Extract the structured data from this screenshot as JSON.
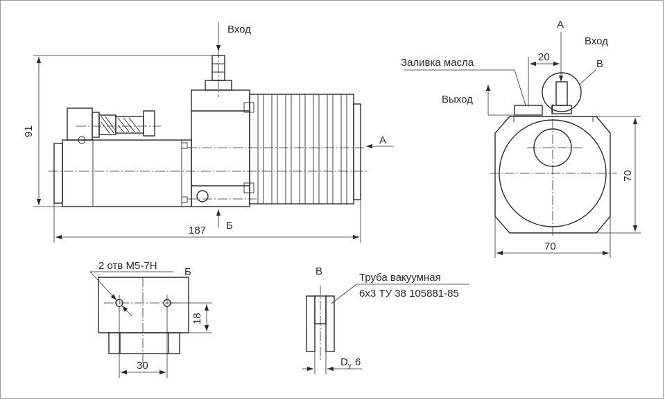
{
  "labels": {
    "inlet_side": "Вход",
    "inlet_top": "Вход",
    "outlet": "Выход",
    "oil_fill": "Заливка масла",
    "view_a_arrow_side": "А",
    "view_a_arrow_top": "А",
    "view_b_arrow": "Б",
    "view_b_title": "Б",
    "view_v_mark": "В",
    "view_v_title": "В",
    "holes": "2 отв М5-7Н",
    "tube_line1": "Труба вакуумная",
    "tube_line2": "6х3 ТУ 38 105881-85",
    "dn_letter": "D",
    "dn_sub": "у",
    "dn_value": "6"
  },
  "dimensions": {
    "height": "91",
    "length": "187",
    "offset": "20",
    "side_height": "70",
    "side_width": "70",
    "hole_spacing": "30",
    "flange_height": "18"
  }
}
